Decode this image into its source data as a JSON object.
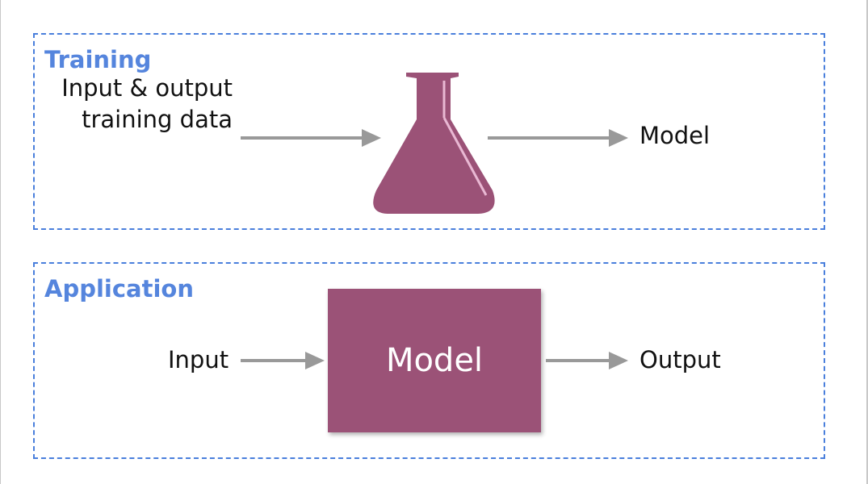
{
  "colors": {
    "section_border": "#4a7fdc",
    "section_title": "#5585dd",
    "model_fill": "#9b5277",
    "arrow": "#999999",
    "text": "#111111"
  },
  "training": {
    "title": "Training",
    "input_label": "Input & output training data",
    "process_icon": "flask-icon",
    "output_label": "Model"
  },
  "application": {
    "title": "Application",
    "input_label": "Input",
    "model_label": "Model",
    "output_label": "Output"
  }
}
